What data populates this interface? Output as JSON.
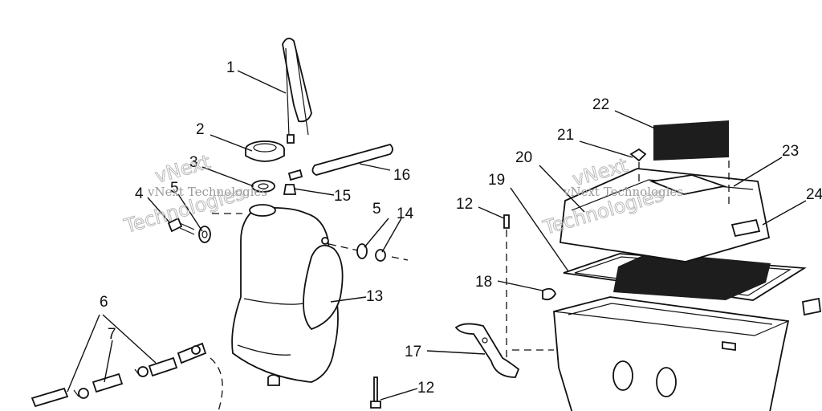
{
  "callouts": [
    {
      "id": "c1",
      "text": "1"
    },
    {
      "id": "c2",
      "text": "2"
    },
    {
      "id": "c3",
      "text": "3"
    },
    {
      "id": "c4",
      "text": "4"
    },
    {
      "id": "c5a",
      "text": "5"
    },
    {
      "id": "c5b",
      "text": "5"
    },
    {
      "id": "c6",
      "text": "6"
    },
    {
      "id": "c7",
      "text": "7"
    },
    {
      "id": "c12a",
      "text": "12"
    },
    {
      "id": "c12b",
      "text": "12"
    },
    {
      "id": "c13",
      "text": "13"
    },
    {
      "id": "c14",
      "text": "14"
    },
    {
      "id": "c15",
      "text": "15"
    },
    {
      "id": "c16",
      "text": "16"
    },
    {
      "id": "c17",
      "text": "17"
    },
    {
      "id": "c18",
      "text": "18"
    },
    {
      "id": "c19",
      "text": "19"
    },
    {
      "id": "c20",
      "text": "20"
    },
    {
      "id": "c21",
      "text": "21"
    },
    {
      "id": "c22",
      "text": "22"
    },
    {
      "id": "c23",
      "text": "23"
    },
    {
      "id": "c24",
      "text": "24"
    }
  ],
  "watermark": {
    "line1": "vNext Technologies",
    "big1": "vNext",
    "big2": "Technologies"
  }
}
